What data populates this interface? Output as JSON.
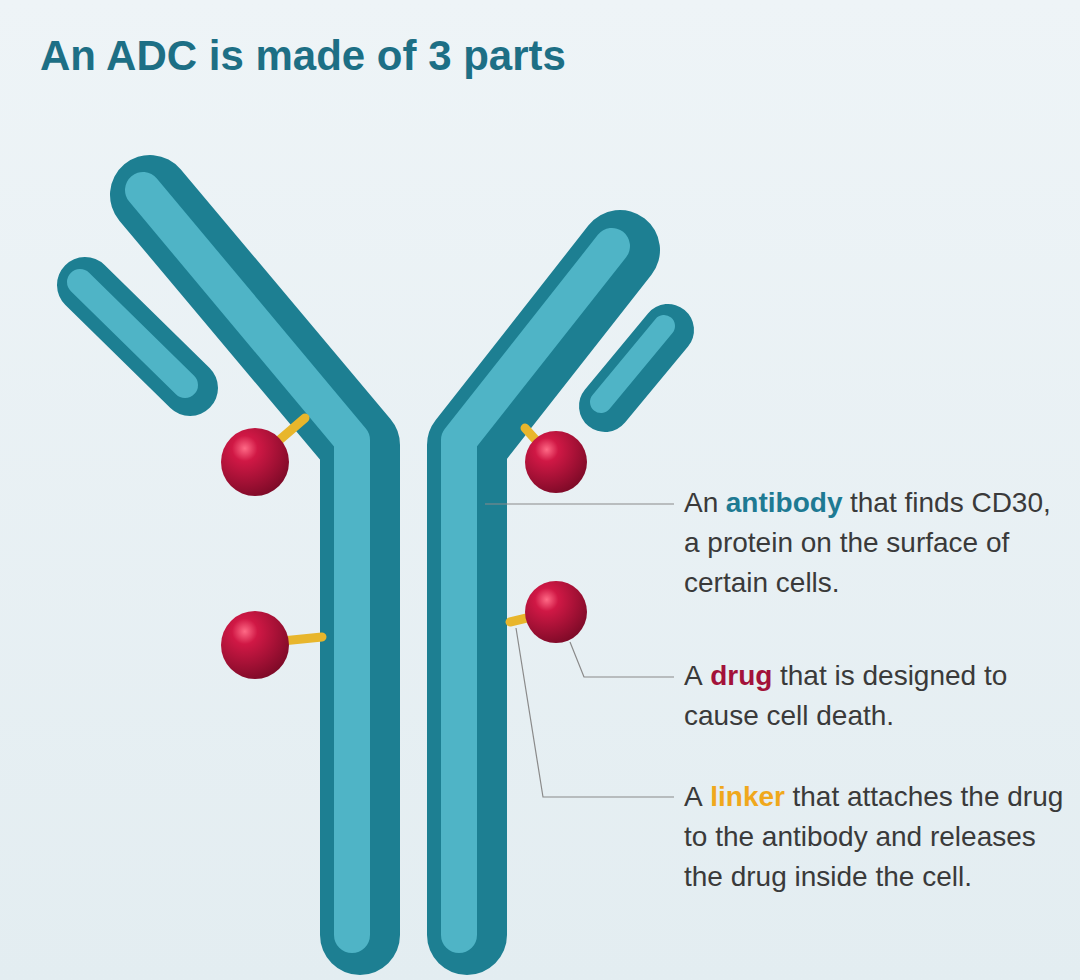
{
  "diagram": {
    "title": "An ADC is made of 3 parts",
    "labels": [
      "An",
      "antibody",
      "that finds CD30, a protein on the surface of certain cells.",
      "A",
      "drug",
      "that is designed to cause cell death.",
      "A",
      "linker",
      "that attaches the drug to the antibody and releases the drug inside the cell."
    ]
  }
}
